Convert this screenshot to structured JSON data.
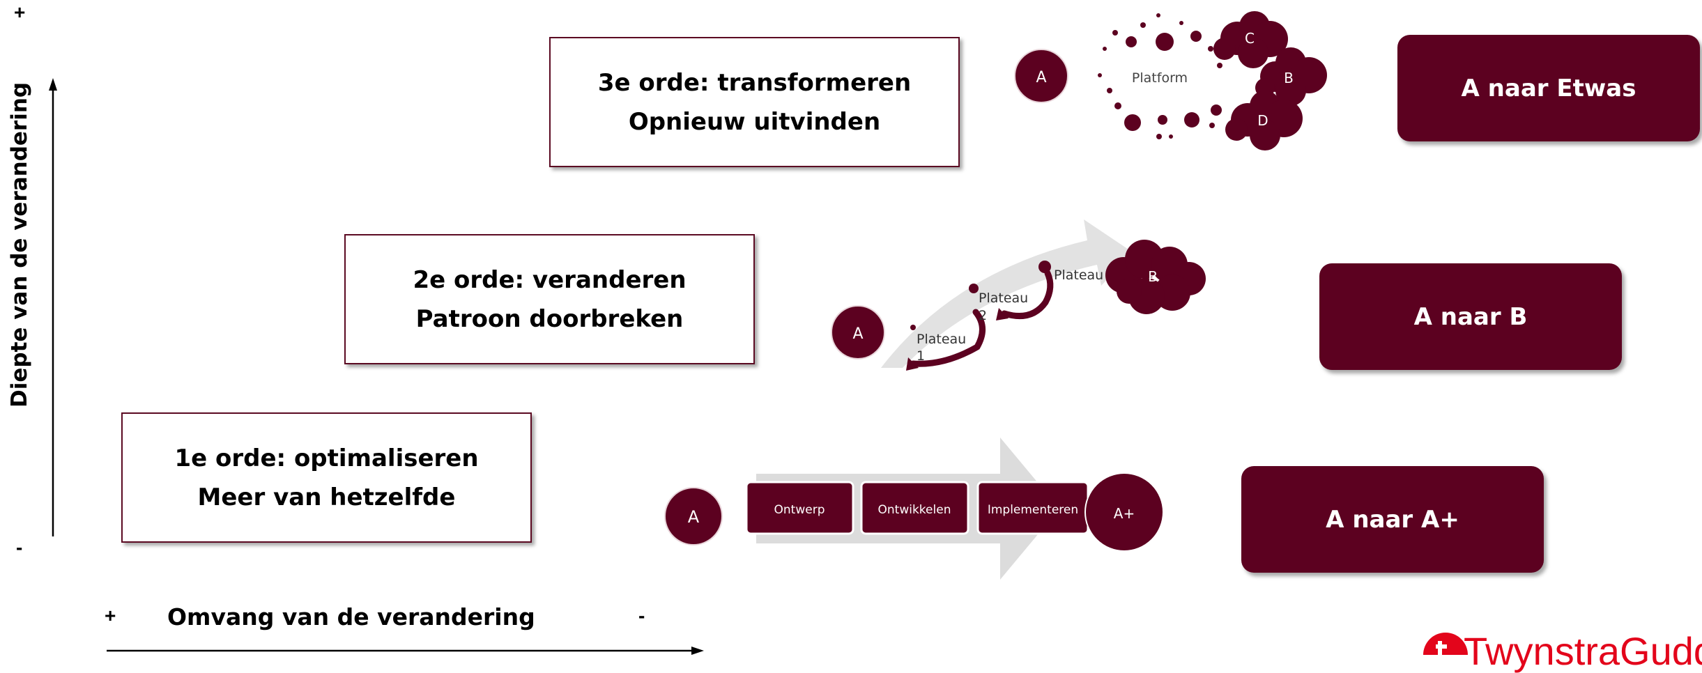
{
  "axes": {
    "y_label": "Diepte  van de verandering",
    "y_plus": "+",
    "y_minus": "-",
    "x_label": "Omvang van de verandering",
    "x_plus": "+",
    "x_minus": "-"
  },
  "orders": [
    {
      "line1": "3e orde: transformeren",
      "line2": "Opnieuw uitvinden"
    },
    {
      "line1": "2e orde: veranderen",
      "line2": "Patroon doorbreken"
    },
    {
      "line1": "1e orde: optimaliseren",
      "line2": "Meer van hetzelfde"
    }
  ],
  "results": [
    "A naar Etwas",
    "A naar B",
    "A naar A+"
  ],
  "third_order": {
    "start": "A",
    "platform": "Platform",
    "clouds": [
      "C",
      "B",
      "D"
    ]
  },
  "second_order": {
    "start": "A",
    "plateau1": "Plateau",
    "plateau1_num": "1",
    "plateau2": "Plateau",
    "plateau2_num": "2",
    "plateau3": "Plateau",
    "end": "B"
  },
  "first_order": {
    "start": "A",
    "steps": [
      "Ontwerp",
      "Ontwikkelen",
      "Implementeren"
    ],
    "end": "A+"
  },
  "logo": {
    "text": "TwynstraGudde"
  },
  "colors": {
    "maroon": "#5c0120",
    "logo_red": "#e3051b"
  }
}
